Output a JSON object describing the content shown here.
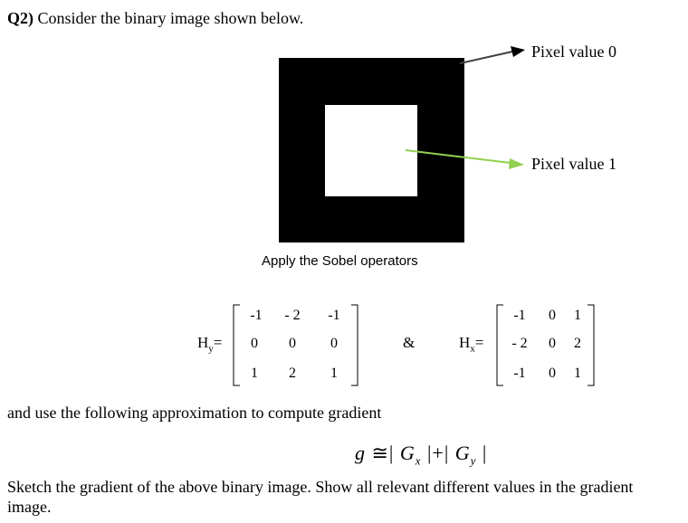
{
  "question": {
    "number": "Q2)",
    "text": " Consider the binary image shown below."
  },
  "labels": {
    "pixel0": "Pixel value 0",
    "pixel1": "Pixel value 1"
  },
  "instruction": "Apply the Sobel operators",
  "hy": {
    "name": "H",
    "sub": "y",
    "eq": "=",
    "rows": [
      [
        "-1",
        "- 2",
        "-1"
      ],
      [
        "0",
        "0",
        "0"
      ],
      [
        "1",
        "2",
        "1"
      ]
    ]
  },
  "ampersand": "&",
  "hx": {
    "name": "H",
    "sub": "x",
    "eq": "=",
    "rows": [
      [
        "-1",
        "0",
        "1"
      ],
      [
        "- 2",
        "0",
        "2"
      ],
      [
        "-1",
        "0",
        "1"
      ]
    ]
  },
  "approx_text": "and use the following approximation to compute gradient",
  "formula": {
    "g": "g",
    "approx": " ≅| ",
    "G1": "G",
    "sub1": "x",
    "mid": " |+| ",
    "G2": "G",
    "sub2": "y",
    "end": " |"
  },
  "task": {
    "line1": "Sketch the gradient of the above binary image. Show all relevant different values in the gradient",
    "line2": "image."
  },
  "colors": {
    "black_arrow": "#404040",
    "green_arrow": "#92d050",
    "square": "#000000"
  }
}
